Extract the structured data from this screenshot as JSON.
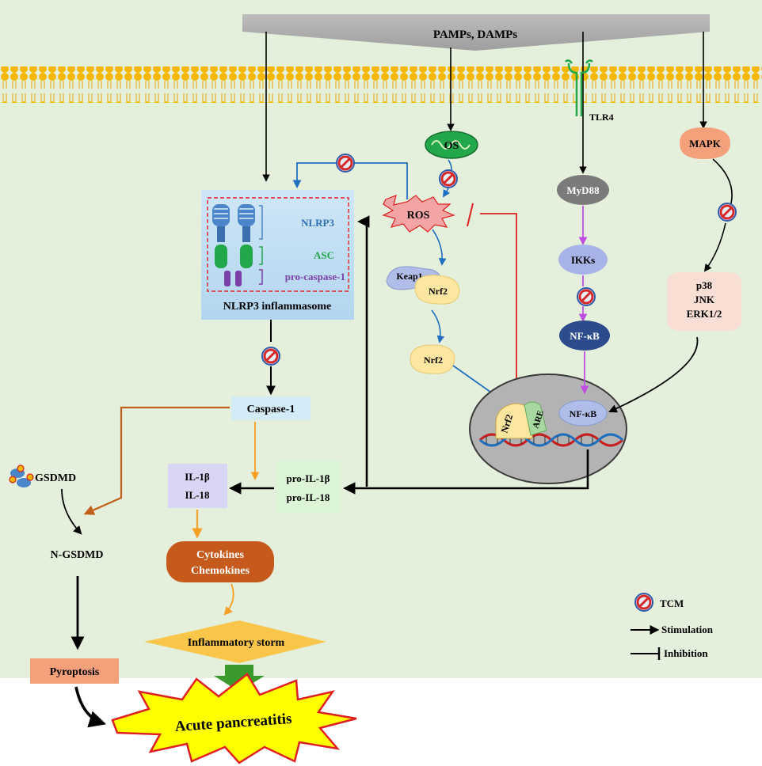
{
  "top_label": "PAMPs, DAMPs",
  "tlr4_label": "TLR4",
  "nodes": {
    "os": "OS",
    "ros": "ROS",
    "keap1": "Keap1",
    "nrf2_a": "Nrf2",
    "nrf2_b": "Nrf2",
    "nrf2_nucleus": "Nrf2",
    "are": "ARE",
    "nfkb_nucleus": "NF-κB",
    "myd88": "MyD88",
    "ikks": "IKKs",
    "nfkb": "NF-κB",
    "mapk": "MAPK",
    "p38": "p38",
    "jnk": "JNK",
    "erk": "ERK1/2",
    "caspase1": "Caspase-1",
    "il1b": "IL-1β",
    "il18": "IL-18",
    "pro_il1b": "pro-IL-1β",
    "pro_il18": "pro-IL-18",
    "gsdmd": "GSDMD",
    "ngsdmd": "N-GSDMD",
    "cytokines": "Cytokines",
    "chemokines": "Chemokines",
    "storm": "Inflammatory storm",
    "pyroptosis": "Pyroptosis",
    "acute": "Acute pancreatitis"
  },
  "inflammasome": {
    "nlrp3": "NLRP3",
    "asc": "ASC",
    "procasp": "pro-caspase-1",
    "title": "NLRP3 inflammasome"
  },
  "legend": {
    "tcm": "TCM",
    "stimulation": "Stimulation",
    "inhibition": "Inhibition"
  },
  "colors": {
    "background": "#e4efdc",
    "membrane_head": "#f5b800",
    "ros_star": "#f4a4a4",
    "nucleus": "#b3b3b3",
    "tcm_symbol": "#d62828",
    "blue_arrow": "#1f6fbf",
    "purple_arrow": "#c04ee0",
    "orange_arrow": "#f5a024",
    "brown_arrow": "#c0601b",
    "inhibition_red": "#e02020"
  }
}
